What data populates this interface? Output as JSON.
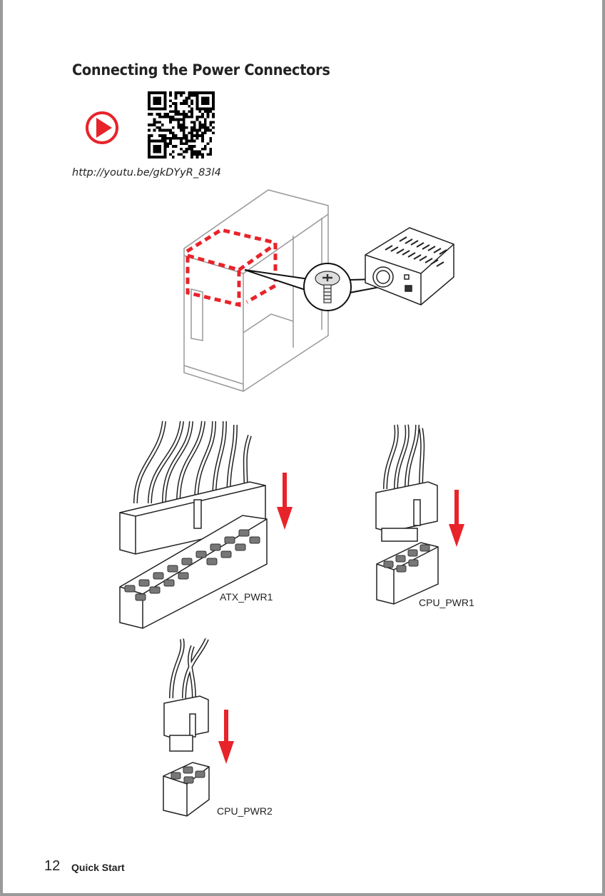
{
  "heading": "Connecting the Power Connectors",
  "video_url": "http://youtu.be/gkDYyR_83l4",
  "icons": {
    "play": "play-button-icon",
    "qr": "qr-code"
  },
  "accent_color": "#e8232a",
  "connectors": {
    "atx": "ATX_PWR1",
    "cpu1": "CPU_PWR1",
    "cpu2": "CPU_PWR2"
  },
  "footer": {
    "page_number": "12",
    "section": "Quick Start"
  }
}
